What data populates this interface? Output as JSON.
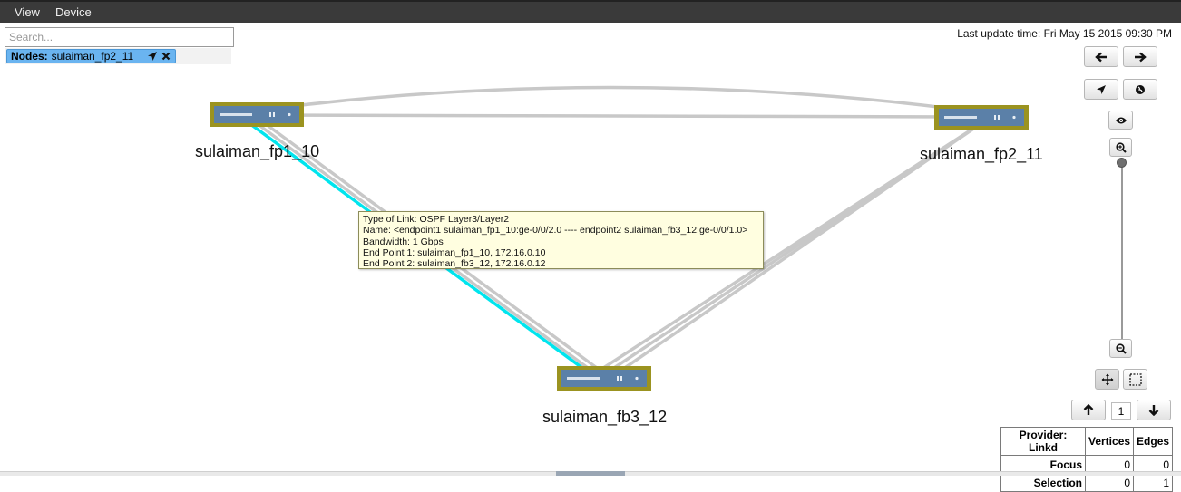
{
  "menubar": {
    "items": [
      {
        "label": "View"
      },
      {
        "label": "Device"
      }
    ]
  },
  "search": {
    "placeholder": "Search...",
    "value": ""
  },
  "filter": {
    "prefix": "Nodes:",
    "value": "sulaiman_fp2_11"
  },
  "last_update": "Last update time: Fri May 15 2015 09:30 PM",
  "nodes": [
    {
      "id": "fp1",
      "label": "sulaiman_fp1_10"
    },
    {
      "id": "fp2",
      "label": "sulaiman_fp2_11"
    },
    {
      "id": "fb3",
      "label": "sulaiman_fb3_12"
    }
  ],
  "tooltip": {
    "lines": [
      "Type of Link: OSPF Layer3/Layer2",
      "Name: <endpoint1 sulaiman_fp1_10:ge-0/0/2.0 ---- endpoint2 sulaiman_fb3_12:ge-0/0/1.0>",
      "Bandwidth: 1 Gbps",
      "End Point 1: sulaiman_fp1_10, 172.16.0.10",
      "End Point 2: sulaiman_fb3_12, 172.16.0.12"
    ]
  },
  "controls": {
    "zoom_level": 1.0,
    "page": "1"
  },
  "stats": {
    "headers": [
      "Provider: Linkd",
      "Vertices",
      "Edges"
    ],
    "rows": [
      {
        "label": "Focus",
        "vertices": "0",
        "edges": "0"
      },
      {
        "label": "Selection",
        "vertices": "0",
        "edges": "1"
      }
    ]
  },
  "colors": {
    "highlight_link": "#00e5ee",
    "link": "#c8c8c8",
    "node_border": "#9b9320",
    "node_fill": "#5b80a8"
  }
}
